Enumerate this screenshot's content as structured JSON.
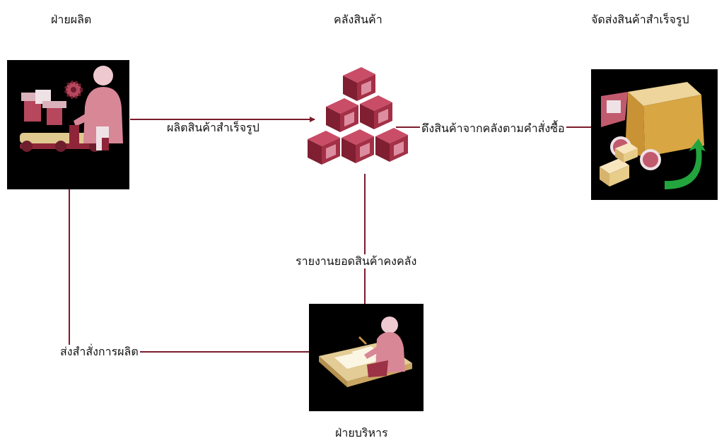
{
  "nodes": {
    "production": {
      "title": "ฝ่ายผลิต",
      "icon": "factory-worker-conveyor-icon"
    },
    "warehouse": {
      "title": "คลังสินค้า",
      "icon": "stacked-boxes-icon"
    },
    "shipping": {
      "title": "จัดส่งสินค้าสำเร็จรูป",
      "icon": "delivery-truck-icon"
    },
    "management": {
      "title": "ฝ่ายบริหาร",
      "icon": "manager-desk-icon"
    }
  },
  "edges": {
    "production_to_warehouse": "ผลิตสินค้าสำเร็จรูป",
    "warehouse_to_shipping": "ดึงสินค้าจากคลังตามคำสั่งซื้อ",
    "warehouse_to_management": "รายงานยอดสินค้าคงคลัง",
    "management_to_production": "ส่งสำสั่งการผลิต"
  },
  "colors": {
    "line": "#7a1c2c",
    "maroon": "#8f2538",
    "maroon_light": "#c2566a",
    "tan": "#e1c98d",
    "green": "#22a53d"
  }
}
